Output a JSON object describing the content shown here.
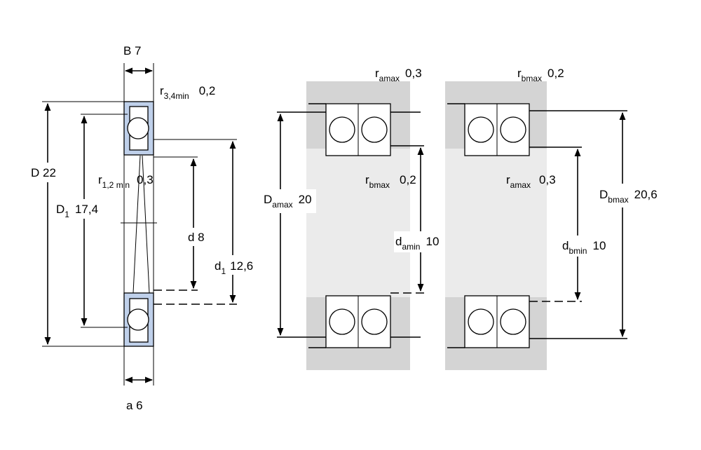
{
  "colors": {
    "housing": "#d4d4d4",
    "bearing_ring": "#bfd0ea",
    "line": "#000000"
  },
  "single": {
    "B": {
      "main": "B 7"
    },
    "r34": {
      "main": "r",
      "sub": "3,4min",
      "value": "0,2"
    },
    "D": {
      "main": "D 22"
    },
    "D1": {
      "main": "D",
      "sub": "1",
      "value": "17,4"
    },
    "r12": {
      "main": "r",
      "sub": "1,2 min",
      "value": "0,3"
    },
    "d": {
      "main": "d 8"
    },
    "d1": {
      "main": "d",
      "sub": "1",
      "value": "12,6"
    },
    "a": {
      "main": "a 6"
    }
  },
  "left_mount": {
    "ramax": {
      "main": "r",
      "sub": "amax",
      "value": "0,3"
    },
    "rbmax": {
      "main": "r",
      "sub": "bmax",
      "value": "0,2"
    },
    "Damax": {
      "main": "D",
      "sub": "amax",
      "value": "20"
    },
    "damin": {
      "main": "d",
      "sub": "amin",
      "value": "10"
    }
  },
  "right_mount": {
    "rbmax": {
      "main": "r",
      "sub": "bmax",
      "value": "0,2"
    },
    "ramax": {
      "main": "r",
      "sub": "amax",
      "value": "0,3"
    },
    "Dbmax": {
      "main": "D",
      "sub": "bmax",
      "value": "20,6"
    },
    "dbmin": {
      "main": "d",
      "sub": "bmin",
      "value": "10"
    }
  }
}
